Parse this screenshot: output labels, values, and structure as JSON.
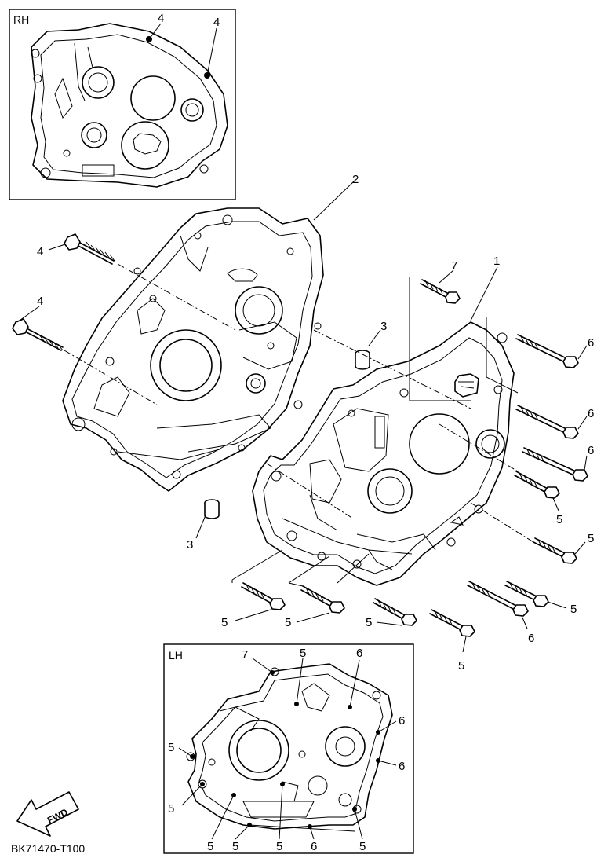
{
  "panels": {
    "rh_label": "RH",
    "lh_label": "LH"
  },
  "callouts": {
    "c1": "1",
    "c2": "2",
    "c3a": "3",
    "c3b": "3",
    "c4a": "4",
    "c4b": "4",
    "c5a": "5",
    "c5b": "5",
    "c5c": "5",
    "c5d": "5",
    "c5e": "5",
    "c5f": "5",
    "c5g": "5",
    "c6a": "6",
    "c6b": "6",
    "c6c": "6",
    "c6d": "6",
    "c7": "7"
  },
  "rh_inset": {
    "c4a": "4",
    "c4b": "4"
  },
  "lh_inset": {
    "c7": "7",
    "c5top": "5",
    "c6top": "6",
    "c6r1": "6",
    "c6r2": "6",
    "c5l1": "5",
    "c5l2": "5",
    "b1": "5",
    "b2": "5",
    "b3": "5",
    "b4": "6",
    "b5": "5"
  },
  "fwd_label": "FWD",
  "diagram_code": "BK71470-T100"
}
